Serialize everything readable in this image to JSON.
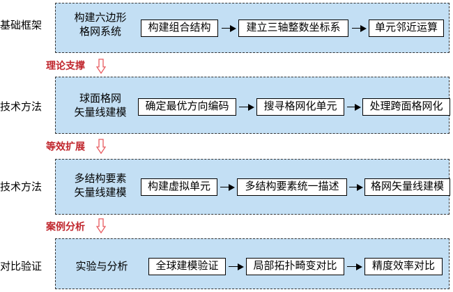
{
  "rows": [
    {
      "label": "基础框架",
      "title": [
        "构建六边形",
        "格网系统"
      ],
      "steps": [
        "构建组合结构",
        "建立三轴整数坐标系",
        "单元邻近运算"
      ]
    },
    {
      "label": "技术方法",
      "title": [
        "球面格网",
        "矢量线建模"
      ],
      "steps": [
        "确定最优方向编码",
        "搜寻格网化单元",
        "处理跨面格网化"
      ]
    },
    {
      "label": "技术方法",
      "title": [
        "多结构要素",
        "矢量线建模"
      ],
      "steps": [
        "构建虚拟单元",
        "多结构要素统一描述",
        "格网矢量线建模"
      ]
    },
    {
      "label": "对比验证",
      "title": [
        "实验与分析"
      ],
      "steps": [
        "全球建模验证",
        "局部拓扑畸变对比",
        "精度效率对比"
      ]
    }
  ],
  "connectors": [
    "理论支撑",
    "等效扩展",
    "案例分析"
  ],
  "colors": {
    "panel_fill": "#c3dff4",
    "connector_text": "#c0262d",
    "down_arrow": "#e85a5f"
  },
  "icons": {
    "step_arrow": "right-arrow-icon",
    "connector_arrow": "down-arrow-outline-icon"
  }
}
